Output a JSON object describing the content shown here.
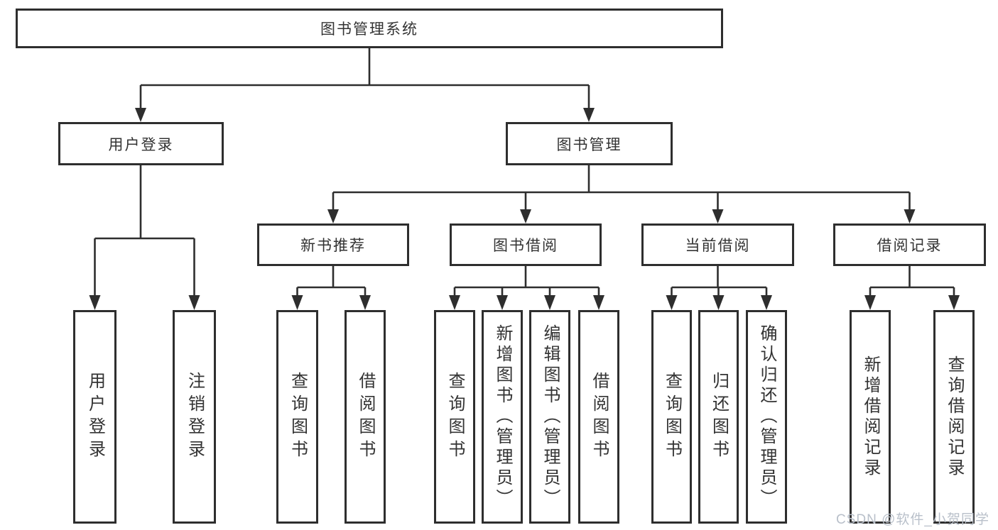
{
  "diagram": {
    "root": {
      "label": "图书管理系统"
    },
    "level2": [
      {
        "label": "用户登录"
      },
      {
        "label": "图书管理"
      }
    ],
    "level3": [
      {
        "label": "新书推荐"
      },
      {
        "label": "图书借阅"
      },
      {
        "label": "当前借阅"
      },
      {
        "label": "借阅记录"
      }
    ],
    "leaves": {
      "user_login": [
        {
          "label": "用户登录"
        },
        {
          "label": "注销登录"
        }
      ],
      "new_book": [
        {
          "label": "查询图书"
        },
        {
          "label": "借阅图书"
        }
      ],
      "book_borrow": [
        {
          "label": "查询图书"
        },
        {
          "label": "新增图书（管理员）"
        },
        {
          "label": "编辑图书（管理员）"
        },
        {
          "label": "借阅图书"
        }
      ],
      "current_borrow": [
        {
          "label": "查询图书"
        },
        {
          "label": "归还图书"
        },
        {
          "label": "确认归还（管理员）"
        }
      ],
      "borrow_records": [
        {
          "label": "新增借阅记录"
        },
        {
          "label": "查询借阅记录"
        }
      ]
    }
  },
  "watermark": "CSDN @软件_小贺同学",
  "colors": {
    "line": "#2e2e2e",
    "text": "#333333",
    "watermark": "#b9c0ca",
    "background": "#ffffff"
  }
}
